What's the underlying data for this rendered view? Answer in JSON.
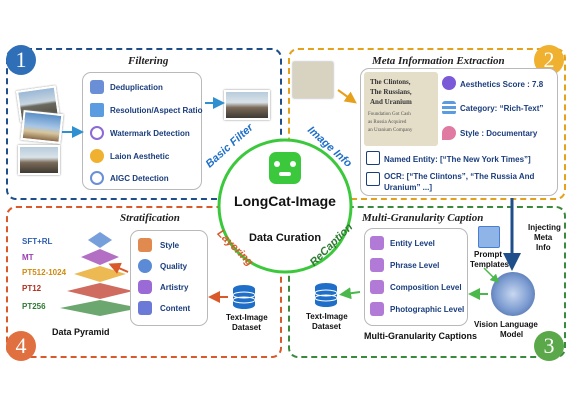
{
  "colors": {
    "blue": "#1f4f8a",
    "orange": "#e6a11a",
    "green": "#3a8a3e",
    "red": "#d9592a",
    "logo_green": "#3cc83c",
    "navy": "#1a3d7c"
  },
  "filtering": {
    "number": "1",
    "title": "Filtering",
    "items": [
      {
        "label": "Deduplication",
        "icon": "duplicate-icon"
      },
      {
        "label": "Resolution/Aspect Ratio",
        "icon": "resolution-icon"
      },
      {
        "label": "Watermark Detection",
        "icon": "watermark-icon"
      },
      {
        "label": "Laion Aesthetic",
        "icon": "lion-icon"
      },
      {
        "label": "AIGC Detection",
        "icon": "aigc-detect-icon"
      }
    ]
  },
  "meta": {
    "number": "2",
    "title": "Meta Information Extraction",
    "items": [
      {
        "label": "Aesthetics Score : 7.8",
        "icon": "palette-icon"
      },
      {
        "label": "Category: “Rich-Text”",
        "icon": "list-icon"
      },
      {
        "label": "Style : Documentary",
        "icon": "brush-icon"
      }
    ],
    "entity": {
      "label": "Named Entity:  [“The New York Times”]",
      "icon": "ne-icon"
    },
    "ocr": {
      "line1": "OCR:  [“The Clintons”,  “The Russia And",
      "line2": "Uranium” ...]",
      "icon": "ocr-icon"
    },
    "book_lines": [
      "The Clintons,",
      "The Russians,",
      "And Uranium",
      "Foundation Got Cash",
      "as Russia Acquired",
      "an Uranium Company"
    ]
  },
  "stratification": {
    "number": "4",
    "title": "Stratification",
    "levels": [
      "SFT+RL",
      "MT",
      "PT512-1024",
      "PT12",
      "PT256"
    ],
    "level_colors": [
      "#4a7fd0",
      "#9a3fb0",
      "#e6a11a",
      "#c0392b",
      "#3a8a3e"
    ],
    "pyramid_label": "Data Pyramid",
    "facets": [
      {
        "label": "Style",
        "icon": "style-icon"
      },
      {
        "label": "Quality",
        "icon": "quality-icon"
      },
      {
        "label": "Artistry",
        "icon": "artistry-icon"
      },
      {
        "label": "Content",
        "icon": "content-icon"
      }
    ],
    "dataset_line1": "Text-Image",
    "dataset_line2": "Dataset"
  },
  "caption": {
    "number": "3",
    "title": "Multi-Granularity Caption",
    "levels": [
      "Entity Level",
      "Phrase Level",
      "Composition Level",
      "Photographic Level"
    ],
    "footer": "Multi-Granularity Captions",
    "templates_line1": "Prompt",
    "templates_line2": "Templates",
    "injecting_line1": "Injecting",
    "injecting_line2": "Meta",
    "injecting_line3": "Info",
    "vlm_line1": "Vision Language",
    "vlm_line2": "Model",
    "dataset_line1": "Text-Image",
    "dataset_line2": "Dataset"
  },
  "center": {
    "name": "LongCat-Image",
    "subtitle": "Data Curation",
    "arcs": [
      "Basic Filter",
      "Image Info",
      "ReCaption",
      "Layering"
    ]
  }
}
